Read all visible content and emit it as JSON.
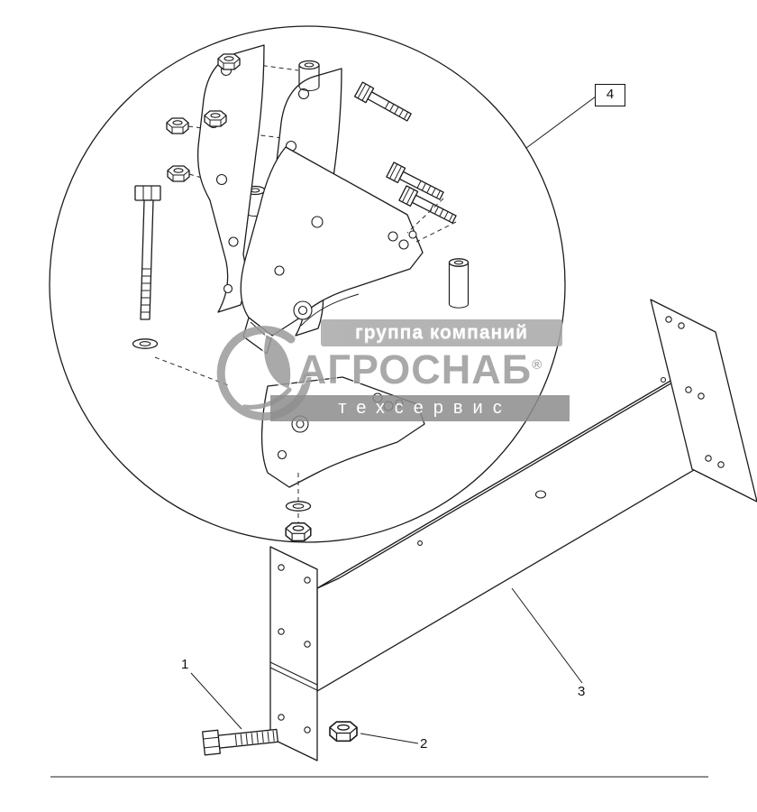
{
  "diagram": {
    "callouts": {
      "c1": {
        "label": "1"
      },
      "c2": {
        "label": "2"
      },
      "c3": {
        "label": "3"
      },
      "c4": {
        "label": "4"
      }
    }
  },
  "watermark": {
    "group_line": "группа компаний",
    "brand": "АГРОСНАБ",
    "registered": "®",
    "service_line": "техсервис"
  },
  "colors": {
    "ink": "#1c1c1c",
    "watermark_gray": "#9b9b9b",
    "band_gray": "#8d8d8d",
    "background": "#ffffff"
  }
}
